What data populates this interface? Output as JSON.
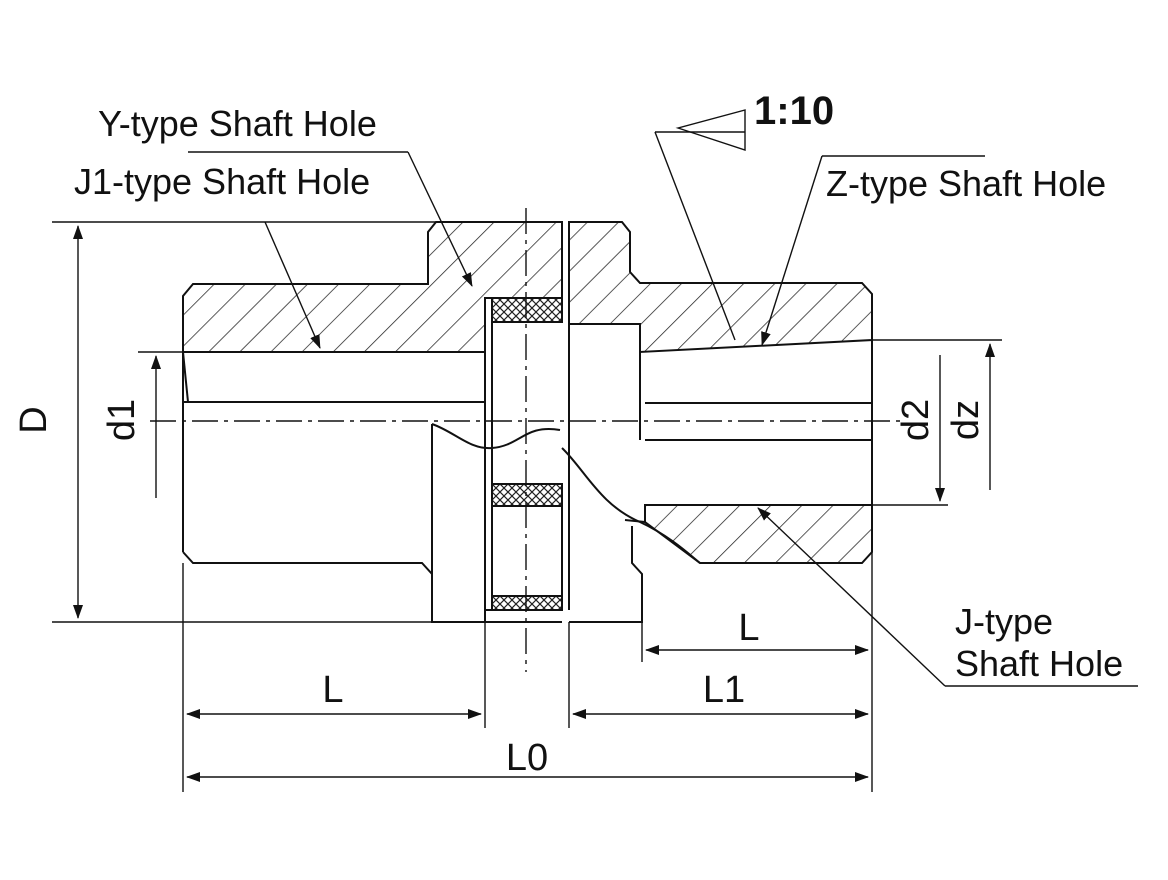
{
  "labels": {
    "y_type": "Y-type Shaft Hole",
    "j1_type": "J1-type Shaft Hole",
    "z_type": "Z-type Shaft Hole",
    "j_type_line1": "J-type",
    "j_type_line2": "Shaft Hole",
    "taper": "1:10"
  },
  "dimensions": {
    "D": "D",
    "d1": "d1",
    "d2": "d2",
    "dz": "dz",
    "L_left": "L",
    "L_right": "L",
    "L1": "L1",
    "L0": "L0"
  }
}
